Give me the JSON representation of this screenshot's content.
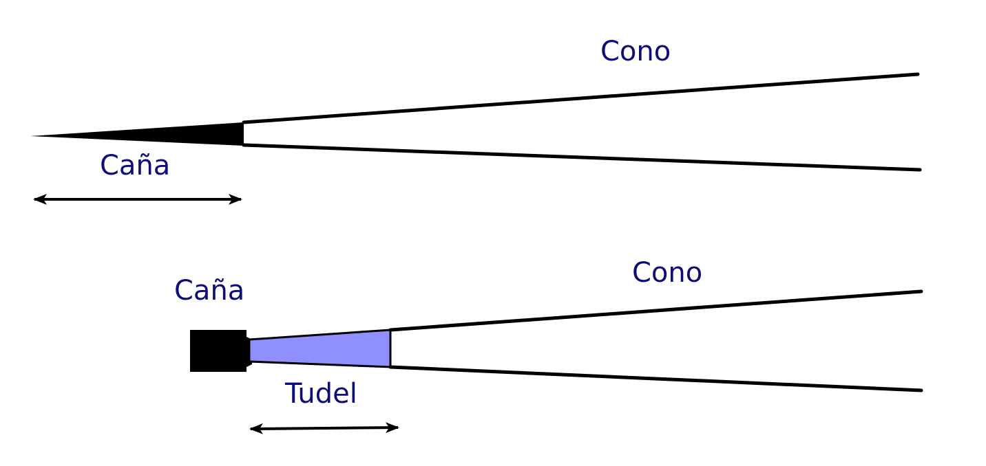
{
  "colors": {
    "label_text": "#0d0d7a",
    "outline": "#000000",
    "tudel_fill": "#8f8fff",
    "background": "#ffffff"
  },
  "top_diagram": {
    "cono_label": "Cono",
    "cana_label": "Caña"
  },
  "bottom_diagram": {
    "cono_label": "Cono",
    "cana_label": "Caña",
    "tudel_label": "Tudel"
  }
}
